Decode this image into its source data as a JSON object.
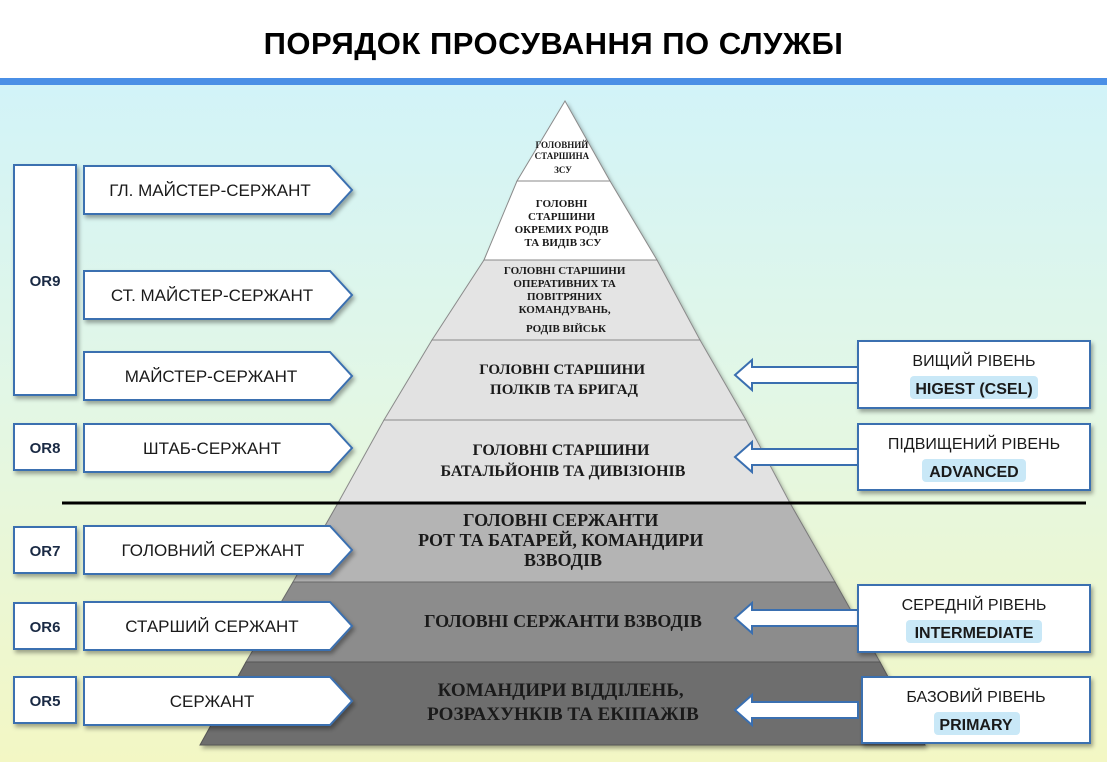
{
  "title": "ПОРЯДОК ПРОСУВАННЯ ПО СЛУЖБІ",
  "colors": {
    "header_bar": "#4a8fe6",
    "box_border": "#3a6fb0",
    "tier_light": "#e2e2e2",
    "tier_mid": "#b4b4b4",
    "tier_dark": "#767676",
    "level_highlight": "#c9e8f7"
  },
  "pyramid": [
    {
      "lines": [
        "ГОЛОВНИЙ",
        "СТАРШИНА",
        "ЗСУ"
      ]
    },
    {
      "lines": [
        "ГОЛОВНІ",
        "СТАРШИНИ",
        "ОКРЕМИХ РОДІВ",
        "ТА ВИДІВ ЗСУ"
      ]
    },
    {
      "lines": [
        "ГОЛОВНІ СТАРШИНИ",
        "ОПЕРАТИВНИХ ТА",
        "ПОВІТРЯНИХ",
        "КОМАНДУВАНЬ,",
        "РОДІВ ВІЙСЬК"
      ]
    },
    {
      "lines": [
        "ГОЛОВНІ СТАРШИНИ",
        "ПОЛКІВ ТА БРИГАД"
      ]
    },
    {
      "lines": [
        "ГОЛОВНІ СТАРШИНИ",
        "БАТАЛЬЙОНІВ ТА ДИВІЗІОНІВ"
      ]
    },
    {
      "lines": [
        "ГОЛОВНІ СЕРЖАНТИ",
        "РОТ ТА БАТАРЕЙ, КОМАНДИРИ",
        "ВЗВОДІВ"
      ]
    },
    {
      "lines": [
        "ГОЛОВНІ СЕРЖАНТИ  ВЗВОДІВ"
      ]
    },
    {
      "lines": [
        "КОМАНДИРИ  ВІДДІЛЕНЬ,",
        "РОЗРАХУНКІВ  ТА  ЕКІПАЖІВ"
      ]
    }
  ],
  "or_codes": [
    "OR9",
    "OR8",
    "OR7",
    "OR6",
    "OR5"
  ],
  "ranks": [
    "ГЛ. МАЙСТЕР-СЕРЖАНТ",
    "СТ. МАЙСТЕР-СЕРЖАНТ",
    "МАЙСТЕР-СЕРЖАНТ",
    "ШТАБ-СЕРЖАНТ",
    "ГОЛОВНИЙ СЕРЖАНТ",
    "СТАРШИЙ СЕРЖАНТ",
    "СЕРЖАНТ"
  ],
  "levels": [
    {
      "name": "ВИЩИЙ РІВЕНЬ",
      "code": "HIGEST (CSEL)"
    },
    {
      "name": "ПІДВИЩЕНИЙ РІВЕНЬ",
      "code": "ADVANCED"
    },
    {
      "name": "СЕРЕДНІЙ РІВЕНЬ",
      "code": "INTERMEDIATE"
    },
    {
      "name": "БАЗОВИЙ РІВЕНЬ",
      "code": "PRIMARY"
    }
  ]
}
